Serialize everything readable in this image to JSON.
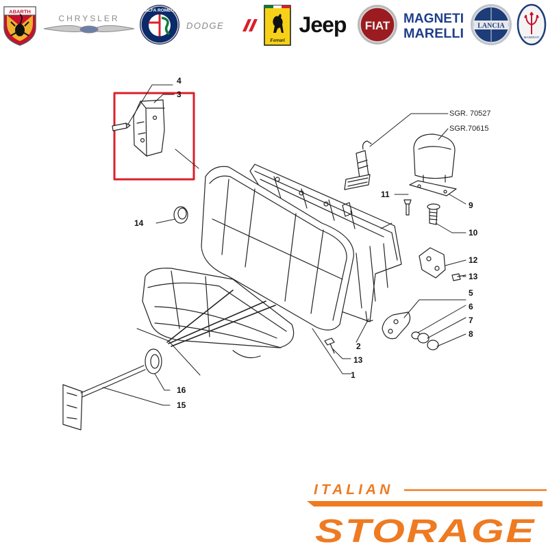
{
  "colors": {
    "brand_orange": "#ee7b22",
    "highlight_red": "#d9202b",
    "line": "#222222",
    "abarth_red": "#c8102e",
    "fiat_red": "#9b1c20",
    "lancia_blue": "#1d3d7a",
    "magneti_blue": "#1f3e8a",
    "alfa_green": "#0a7d3b",
    "ferrari_yellow": "#f7d117"
  },
  "brands": {
    "abarth": {
      "label": "ABARTH",
      "icon": "scorpion-shield-icon"
    },
    "chrysler": {
      "label": "CHRYSLER",
      "icon": "winged-badge-icon"
    },
    "alfa_romeo": {
      "label": "ALFA ROMEO",
      "icon": "cross-and-serpent-icon"
    },
    "dodge": {
      "label": "DODGE",
      "icon": "double-stripe-icon"
    },
    "ferrari": {
      "label": "Ferrari",
      "icon": "prancing-horse-icon"
    },
    "jeep": {
      "label": "Jeep"
    },
    "fiat": {
      "label": "FIAT"
    },
    "magneti_marelli": {
      "line1": "MAGNETI",
      "line2": "MARELLI"
    },
    "lancia": {
      "label": "LANCIA",
      "icon": "flag-shield-icon"
    },
    "maserati": {
      "label": "MASERATI",
      "icon": "trident-icon"
    }
  },
  "diagram": {
    "sgr_labels": [
      "SGR. 70527",
      "SGR.70615"
    ],
    "callouts": [
      "1",
      "2",
      "3",
      "4",
      "5",
      "6",
      "7",
      "8",
      "9",
      "10",
      "11",
      "12",
      "13",
      "13",
      "14",
      "15",
      "16"
    ]
  },
  "footer": {
    "line1": "ITALIAN",
    "line2": "STORAGE"
  }
}
